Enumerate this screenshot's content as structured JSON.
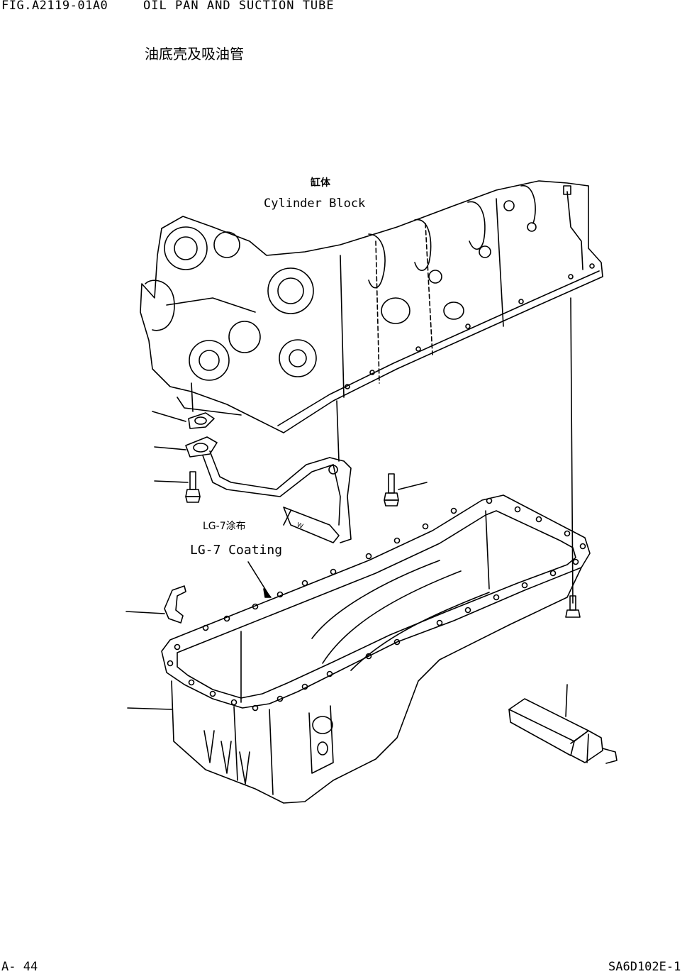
{
  "header": {
    "figure_id": "FIG.A2119-01A0",
    "title_en": "OIL PAN AND SUCTION TUBE",
    "title_cn": "油底壳及吸油管"
  },
  "labels": {
    "cylinder_block_cn": "缸体",
    "cylinder_block_en": "Cylinder Block",
    "lg7_coating_cn": "LG-7涂布",
    "lg7_coating_en": "LG-7 Coating"
  },
  "footer": {
    "page": "A- 44",
    "model": "SA6D102E-1"
  }
}
